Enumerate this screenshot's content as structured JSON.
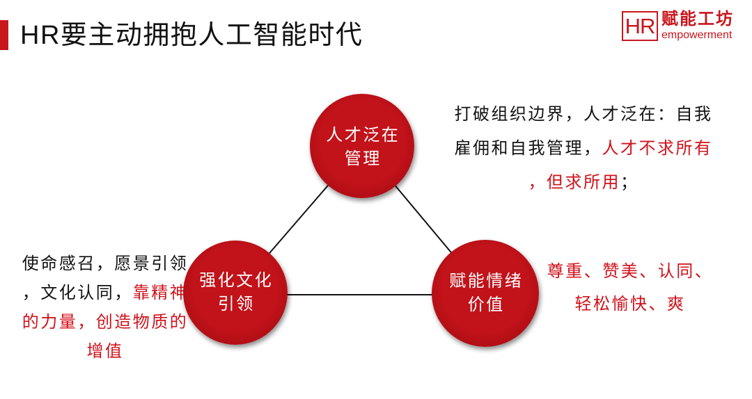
{
  "slide": {
    "title": "HR要主动拥抱人工智能时代",
    "logo": {
      "mark": "HR",
      "name": "赋能工坊",
      "tagline": "empowerment"
    },
    "colors": {
      "accent": "#c8161d",
      "emphasis": "#d0121b",
      "node_fill": "#c2121a",
      "text": "#111111"
    }
  },
  "diagram": {
    "nodes": {
      "top": {
        "lines": [
          "人才泛在",
          "管理"
        ]
      },
      "left": {
        "lines": [
          "强化文化",
          "引领"
        ]
      },
      "right": {
        "lines": [
          "赋能情绪",
          "价值"
        ]
      }
    },
    "notes": {
      "top_right": [
        [
          {
            "text": "打破组织边界，人才泛在：自我",
            "emphasis": false
          }
        ],
        [
          {
            "text": "雇佣和自我管理，",
            "emphasis": false
          },
          {
            "text": "人才不求所有",
            "emphasis": true
          }
        ],
        [
          {
            "text": "，但求所用",
            "emphasis": true
          },
          {
            "text": "；",
            "emphasis": false
          }
        ]
      ],
      "left": [
        [
          {
            "text": "使命感召，愿景引领",
            "emphasis": false
          }
        ],
        [
          {
            "text": "，文化认同，",
            "emphasis": false
          },
          {
            "text": "靠精神",
            "emphasis": true
          }
        ],
        [
          {
            "text": "的力量，创造物质的",
            "emphasis": true
          }
        ],
        [
          {
            "text": "增值",
            "emphasis": true
          }
        ]
      ],
      "right": [
        [
          {
            "text": "尊重、赞美、认同、",
            "emphasis": true
          }
        ],
        [
          {
            "text": "轻松愉快、爽",
            "emphasis": true
          }
        ]
      ]
    }
  }
}
